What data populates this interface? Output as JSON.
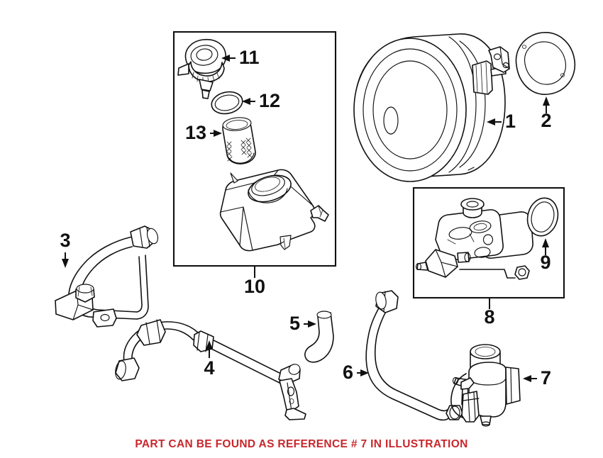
{
  "diagram": {
    "title": "Brake Booster and Master Cylinder Parts Diagram",
    "background_color": "#ffffff",
    "line_color": "#111111",
    "caption": {
      "text": "PART CAN BE FOUND AS REFERENCE # 7 IN ILLUSTRATION",
      "color": "#c9262b"
    },
    "callouts": [
      {
        "id": "1",
        "label": "1",
        "part": "brake-booster",
        "arrow": "left"
      },
      {
        "id": "2",
        "label": "2",
        "part": "booster-gasket",
        "arrow": "up"
      },
      {
        "id": "3",
        "label": "3",
        "part": "vacuum-hose-check-valve",
        "arrow": "down"
      },
      {
        "id": "4",
        "label": "4",
        "part": "vacuum-hose-long",
        "arrow": "up"
      },
      {
        "id": "5",
        "label": "5",
        "part": "vacuum-elbow-hose",
        "arrow": "right"
      },
      {
        "id": "6",
        "label": "6",
        "part": "vacuum-pump-hose",
        "arrow": "right"
      },
      {
        "id": "7",
        "label": "7",
        "part": "vacuum-pump",
        "arrow": "left"
      },
      {
        "id": "8",
        "label": "8",
        "part": "master-cylinder-assembly",
        "arrow": "none"
      },
      {
        "id": "9",
        "label": "9",
        "part": "master-cylinder-seal",
        "arrow": "up"
      },
      {
        "id": "10",
        "label": "10",
        "part": "fluid-reservoir",
        "arrow": "none"
      },
      {
        "id": "11",
        "label": "11",
        "part": "reservoir-cap",
        "arrow": "left"
      },
      {
        "id": "12",
        "label": "12",
        "part": "reservoir-cap-o-ring",
        "arrow": "left"
      },
      {
        "id": "13",
        "label": "13",
        "part": "reservoir-strainer",
        "arrow": "right"
      }
    ],
    "groups": [
      {
        "id": "group-10",
        "label": "10",
        "contains": [
          "11",
          "12",
          "13",
          "10"
        ]
      },
      {
        "id": "group-8",
        "label": "8",
        "contains": [
          "8",
          "9"
        ]
      }
    ]
  }
}
